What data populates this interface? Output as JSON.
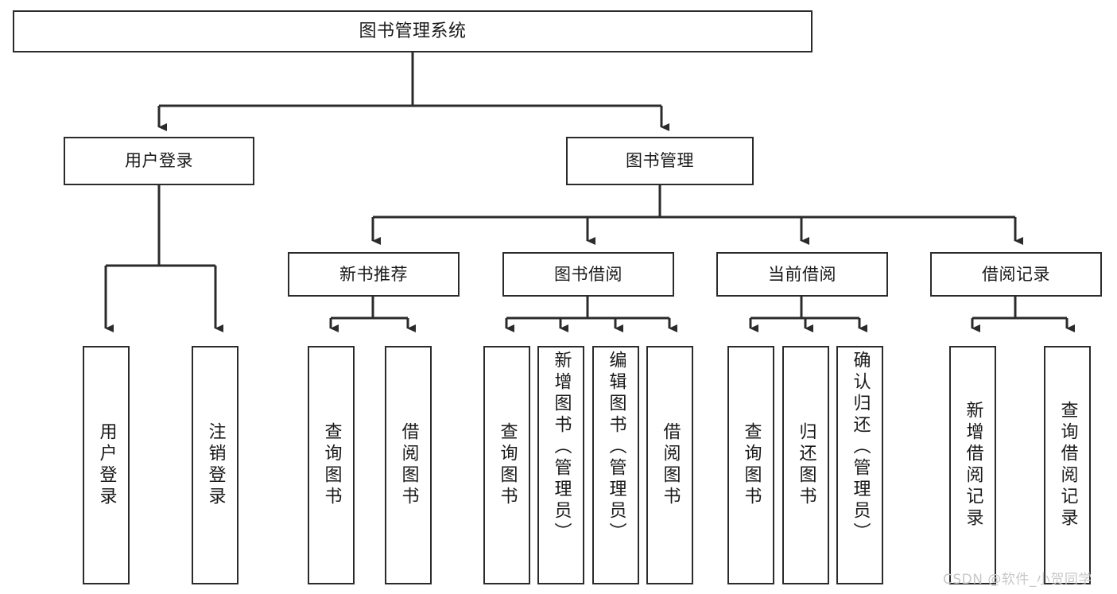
{
  "diagram": {
    "type": "tree-hierarchy",
    "title": "图书管理系统",
    "colors": {
      "box_border": "#2b2b2b",
      "box_fill": "#ffffff",
      "connector": "#2b2b2b",
      "text": "#1a1a1a",
      "watermark": "#c8c8c8"
    },
    "levels": [
      {
        "level": 1,
        "labels": [
          "图书管理系统"
        ]
      },
      {
        "level": 2,
        "labels": [
          "用户登录",
          "图书管理"
        ]
      },
      {
        "level": 3,
        "labels": [
          "新书推荐",
          "图书借阅",
          "当前借阅",
          "借阅记录"
        ]
      },
      {
        "level": 4,
        "labels": [
          "用户登录",
          "注销登录",
          "查询图书",
          "借阅图书",
          "查询图书",
          "新增图书（管理员）",
          "编辑图书（管理员）",
          "借阅图书",
          "查询图书",
          "归还图书",
          "确认归还（管理员）",
          "新增借阅记录",
          "查询借阅记录"
        ]
      }
    ],
    "edges": [
      {
        "from": "图书管理系统",
        "to": "用户登录"
      },
      {
        "from": "图书管理系统",
        "to": "图书管理"
      },
      {
        "from": "用户登录",
        "to": "用户登录"
      },
      {
        "from": "用户登录",
        "to": "注销登录"
      },
      {
        "from": "图书管理",
        "to": "新书推荐"
      },
      {
        "from": "图书管理",
        "to": "图书借阅"
      },
      {
        "from": "图书管理",
        "to": "当前借阅"
      },
      {
        "from": "图书管理",
        "to": "借阅记录"
      },
      {
        "from": "新书推荐",
        "to": "查询图书"
      },
      {
        "from": "新书推荐",
        "to": "借阅图书"
      },
      {
        "from": "图书借阅",
        "to": "查询图书"
      },
      {
        "from": "图书借阅",
        "to": "新增图书（管理员）"
      },
      {
        "from": "图书借阅",
        "to": "编辑图书（管理员）"
      },
      {
        "from": "图书借阅",
        "to": "借阅图书"
      },
      {
        "from": "当前借阅",
        "to": "查询图书"
      },
      {
        "from": "当前借阅",
        "to": "归还图书"
      },
      {
        "from": "当前借阅",
        "to": "确认归还（管理员）"
      },
      {
        "from": "借阅记录",
        "to": "新增借阅记录"
      },
      {
        "from": "借阅记录",
        "to": "查询借阅记录"
      }
    ]
  },
  "nodes": {
    "root": {
      "label": "图书管理系统"
    },
    "l2": {
      "user_login": {
        "label": "用户登录"
      },
      "book_manage": {
        "label": "图书管理"
      }
    },
    "l3": {
      "new_book_rec": {
        "label": "新书推荐"
      },
      "book_borrow": {
        "label": "图书借阅"
      },
      "current_borrow": {
        "label": "当前借阅"
      },
      "borrow_record": {
        "label": "借阅记录"
      }
    },
    "l4": {
      "leaf1": {
        "label": "用户登录"
      },
      "leaf2": {
        "label": "注销登录"
      },
      "leaf3": {
        "label": "查询图书"
      },
      "leaf4": {
        "label": "借阅图书"
      },
      "leaf5": {
        "label": "查询图书"
      },
      "leaf6": {
        "label": "新增图书（管理员）"
      },
      "leaf7": {
        "label": "编辑图书（管理员）"
      },
      "leaf8": {
        "label": "借阅图书"
      },
      "leaf9": {
        "label": "查询图书"
      },
      "leaf10": {
        "label": "归还图书"
      },
      "leaf11": {
        "label": "确认归还（管理员）"
      },
      "leaf12": {
        "label": "新增借阅记录"
      },
      "leaf13": {
        "label": "查询借阅记录"
      }
    }
  },
  "watermark": {
    "text": "CSDN @软件_小贺同学"
  }
}
